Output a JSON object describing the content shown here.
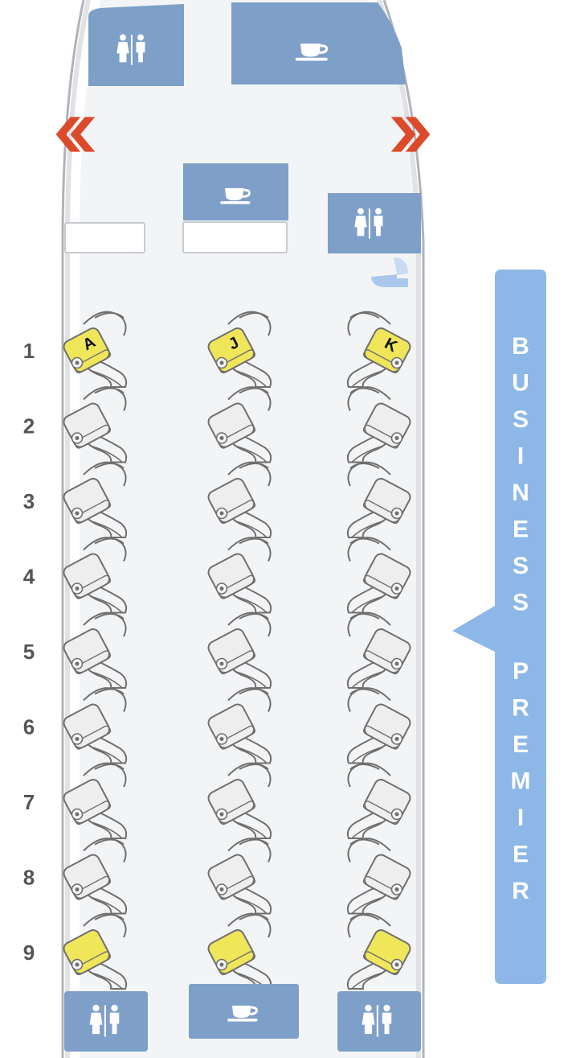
{
  "cabin": {
    "name_lines": [
      "BUSINESS",
      "PREMIER"
    ],
    "color": "#8db7e6"
  },
  "colors": {
    "fixture_block": "#7d9fc8",
    "fixture_icon": "#ffffff",
    "exit_arrow": "#dc4a2c",
    "seat_available": "#f0e65a",
    "seat_standard": "#eeeeee",
    "seat_outline": "#6f6f6f",
    "fuselage_fill": "#f3f4f6",
    "fuselage_edge": "#b0b3b8"
  },
  "rows": [
    "1",
    "2",
    "3",
    "4",
    "5",
    "6",
    "7",
    "8",
    "9"
  ],
  "seat_letters": {
    "left": "A",
    "center": "J",
    "right": "K"
  },
  "highlighted_seats": [
    {
      "row": 1,
      "column": "left"
    },
    {
      "row": 1,
      "column": "center"
    },
    {
      "row": 1,
      "column": "right"
    },
    {
      "row": 9,
      "column": "left"
    },
    {
      "row": 9,
      "column": "center"
    },
    {
      "row": 9,
      "column": "right"
    }
  ],
  "fixtures": {
    "top_left": "lavatory-icon",
    "top_right": "galley-cup-icon",
    "middle_center": "galley-cup-icon",
    "middle_right": "lavatory-icon",
    "bassinet": "bassinet-icon",
    "bottom_left": "lavatory-icon",
    "bottom_center": "galley-cup-icon",
    "bottom_right": "lavatory-icon"
  },
  "exits": {
    "left": "exit-arrow-left-icon",
    "right": "exit-arrow-right-icon"
  }
}
